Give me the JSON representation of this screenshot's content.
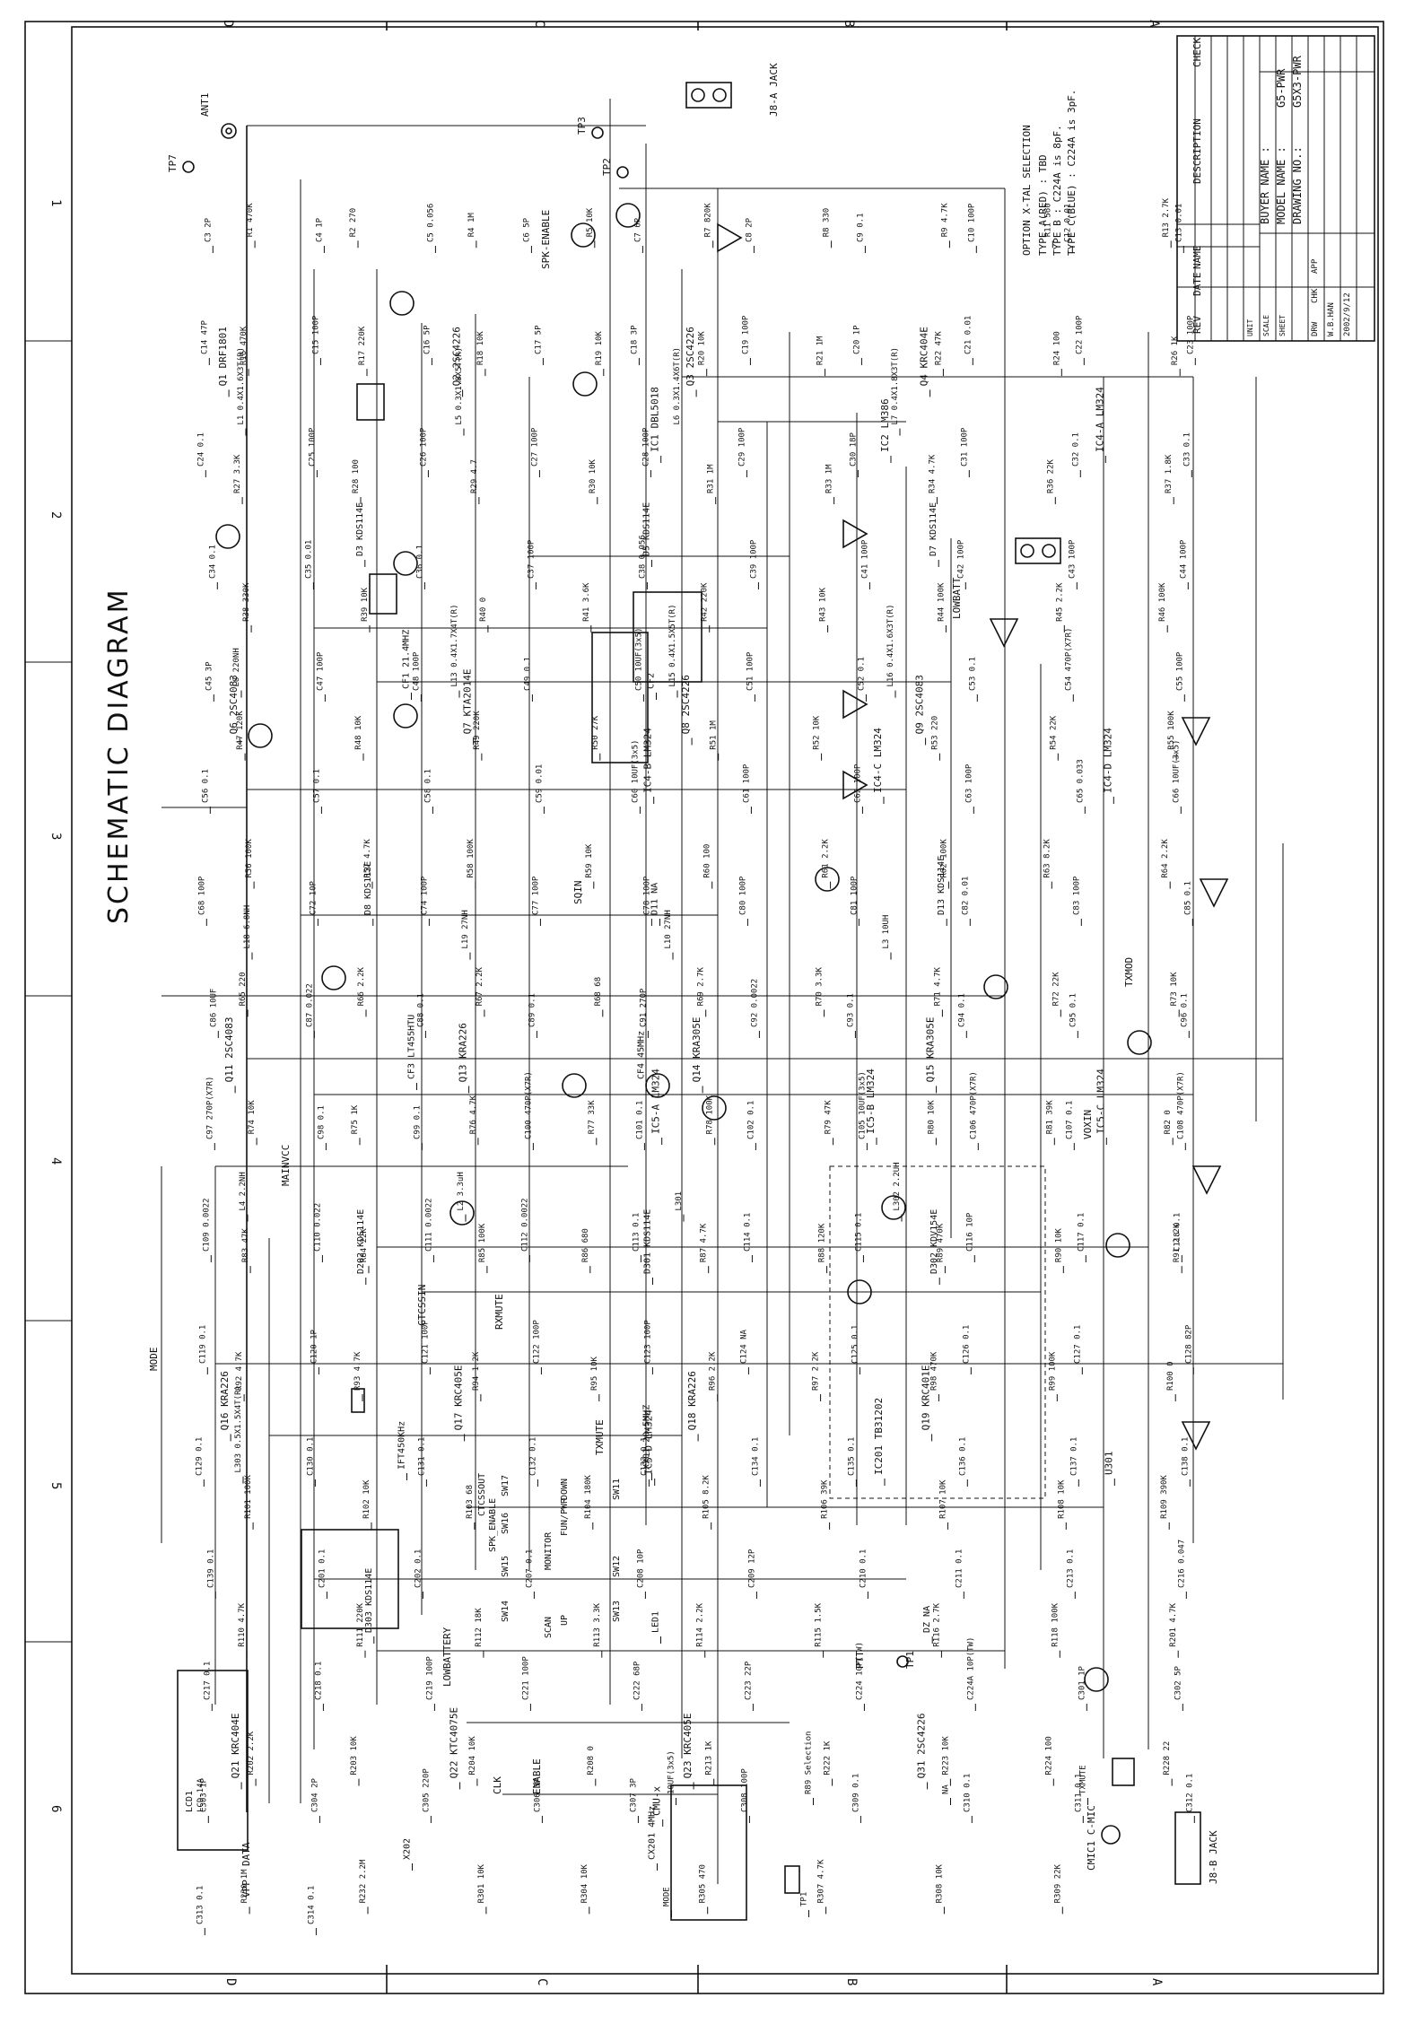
{
  "title": "SCHEMATIC  DIAGRAM",
  "grid": {
    "top_letters": [
      "D",
      "C",
      "B",
      "A"
    ],
    "bottom_letters": [
      "D",
      "C",
      "B",
      "A"
    ],
    "side_numbers": [
      "1",
      "2",
      "3",
      "4",
      "5",
      "6"
    ]
  },
  "title_block": {
    "headers": [
      "REV",
      "DATE",
      "NAME",
      "DESCRIPTION",
      "CHECK"
    ],
    "buyer_label": "BUYER NAME :",
    "model_label": "MODEL NAME :",
    "model_value": "G5-PWR",
    "drawing_label": "DRAWING NO.:",
    "drawing_value": "G5X3-PWR",
    "drw_label": "DRW",
    "drw_name": "W.B.HAN",
    "chk_label": "CHK",
    "app_label": "APP",
    "date_value": "2002/9/12",
    "unit_label": "UNIT",
    "scale_label": "SCALE",
    "sheet_label": "SHEET"
  },
  "xtal_notes": {
    "heading": "OPTION X-TAL SELECTION",
    "lines": [
      "TYPE A(RED)  : TBD",
      "TYPE B       : C224A is 8pF.",
      "TYPE C(BLUE) : C224A is 3pF."
    ]
  },
  "connectors": {
    "ant": "ANT1",
    "jack_a": "J8-A JACK",
    "jack_b": "J8-B JACK",
    "mic": "CMIC1 C-MIC",
    "lcd": "LCD1",
    "lcd_part": "LCD-14A"
  },
  "nets": [
    "TP7",
    "TP3",
    "TP2",
    "TP1",
    "SPK-ENABLE",
    "MAINVCC",
    "MODE",
    "DATA",
    "VPP",
    "CLK",
    "ENABLE",
    "VOXIN",
    "LOWBATTERY",
    "LOWBATT",
    "TXMOD",
    "TXMUTE",
    "RXMUTE",
    "SQIN",
    "CTCSSIN",
    "PTT",
    "SW11",
    "SW12",
    "SW13",
    "SW14",
    "SW15",
    "SW16",
    "SW17",
    "DOWN",
    "UP",
    "MONITOR",
    "SCAN",
    "FUN/PWR",
    "CTCSSOUT",
    "SPK_ENABLE"
  ],
  "transistors": [
    "Q1 DRF1801",
    "Q2 2SC4226",
    "Q3 2SC4226",
    "Q4 KRC404E",
    "Q6 2SC4083",
    "Q7 KTA2014E",
    "Q8 2SC4226",
    "Q9 2SC4083",
    "Q11 2SC4083",
    "Q13 KRA226",
    "Q14 KRA305E",
    "Q15 KRA305E",
    "Q16 KRA226",
    "Q17 KRC405E",
    "Q18 KRA226",
    "Q19 KRC401E",
    "Q21 KRC404E",
    "Q22 KTC4075E",
    "Q23 KRC405E",
    "Q31 2SC4226"
  ],
  "ics": [
    "IC1 DBL5018",
    "IC2 LM386",
    "IC4-A LM324",
    "IC4-B LM324",
    "IC4-C LM324",
    "IC4-D LM324",
    "IC5-A LM324",
    "IC5-B LM324",
    "IC5-C LM324",
    "IC5-D LM324",
    "IC201 TB31202",
    "U301",
    "CMU-x"
  ],
  "filters": [
    "CF1 21.4MHZ",
    "CF2",
    "CF3 LT455HTU",
    "CF4 45MHz",
    "IFT450KHz",
    "X201 20.5MHZ",
    "X202",
    "CX201 4MHz"
  ],
  "inductors": [
    "L1 0.4X1.6X3T(R)",
    "L5 0.3X1.8X5T(R)",
    "L6 0.3X1.4X6T(R)",
    "L7 0.4X1.8X3T(R)",
    "L8 220NH",
    "L13 0.4X1.7X4T(R)",
    "L15 0.4X1.5X5T(R)",
    "L16 0.4X1.6X3T(R)",
    "L18 6.8NH",
    "L19 27NH",
    "L10 27NH",
    "L3 10UH",
    "L4 2.2NH",
    "L2 3.3uH",
    "L301",
    "L302 2.2UH",
    "L303 0.5X1.5X4T(R)"
  ],
  "diodes": [
    "D3 KDS114E",
    "D5 KDS114E",
    "D7 KDS114E",
    "D8 KDS113E",
    "D11 NA",
    "D13 KDS114E",
    "D202 KDS114E",
    "D301 KDS114E",
    "D302 KDV154E",
    "D303 KDS114E",
    "LED1",
    "DZ NA"
  ],
  "resistors": [
    "R1 470K",
    "R2 270",
    "R4 1M",
    "R5 10K",
    "R7 820K",
    "R8 330",
    "R9 4.7K",
    "R11 560",
    "R13 2.7K",
    "R16 470K",
    "R17 220K",
    "R18 10K",
    "R19 10K",
    "R20 10K",
    "R21 1M",
    "R22 47K",
    "R24 100",
    "R26 1K",
    "R27 3.3K",
    "R28 100",
    "R29 4.7",
    "R30 10K",
    "R31 1M",
    "R33 1M",
    "R34 4.7K",
    "R36 22K",
    "R37 1.8K",
    "R38 330K",
    "R39 10K",
    "R40 0",
    "R41 3.6K",
    "R42 220K",
    "R43 10K",
    "R44 100K",
    "R45 2.2K",
    "R46 100K",
    "R47 120K",
    "R48 10K",
    "R49 220K",
    "R50 27K",
    "R51 1M",
    "R52 10K",
    "R53 220",
    "R54 22K",
    "R55 100K",
    "R56 100K",
    "R57 4.7K",
    "R58 100K",
    "R59 10K",
    "R60 100",
    "R61 2.2K",
    "R62 100K",
    "R63 8.2K",
    "R64 2.2K",
    "R65 220",
    "R66 2.2K",
    "R67 2.2K",
    "R68 68",
    "R69 2.7K",
    "R70 3.3K",
    "R71 4.7K",
    "R72 22K",
    "R73 10K",
    "R74 10K",
    "R75 1K",
    "R76 4.7K",
    "R77 33K",
    "R78 100K",
    "R79 47K",
    "R80 10K",
    "R81 39K",
    "R82 0",
    "R83 47K",
    "R84 22K",
    "R85 100K",
    "R86 680",
    "R87 4.7K",
    "R88 120K",
    "R89 470K",
    "R90 10K",
    "R91 2.2K",
    "R92 4.7K",
    "R93 4.7K",
    "R94 1.2K",
    "R95 10K",
    "R96 2.2K",
    "R97 2.2K",
    "R98 470K",
    "R99 100K",
    "R100 0",
    "R101 100K",
    "R102 10K",
    "R103 68",
    "R104 180K",
    "R105 8.2K",
    "R106 39K",
    "R107 10K",
    "R108 10K",
    "R109 390K",
    "R110 4.7K",
    "R111 220K",
    "R112 18K",
    "R113 3.3K",
    "R114 2.2K",
    "R115 1.5K",
    "R116 2.7K",
    "R118 100K",
    "R201 4.7K",
    "R202 2.2K",
    "R203 10K",
    "R204 10K",
    "R208 0",
    "R213 1K",
    "R222 1K",
    "R223 10K",
    "R224 100",
    "R228 22",
    "R230 1M",
    "R232 2.2M",
    "R301 10K",
    "R304 10K",
    "R305 470",
    "R307 4.7K",
    "R308 10K",
    "R309 22K"
  ],
  "capacitors": [
    "C3 2P",
    "C4 1P",
    "C5 0.056",
    "C6 5P",
    "C7 6P",
    "C8 2P",
    "C9 0.1",
    "C10 100P",
    "C12 0.01",
    "C13 0.01",
    "C14 47P",
    "C15 100P",
    "C16 5P",
    "C17 5P",
    "C18 3P",
    "C19 100P",
    "C20 1P",
    "C21 0.01",
    "C22 100P",
    "C23 100P",
    "C24 0.1",
    "C25 100P",
    "C26 100P",
    "C27 100P",
    "C28 100P",
    "C29 100P",
    "C30 18P",
    "C31 100P",
    "C32 0.1",
    "C33 0.1",
    "C34 0.1",
    "C35 0.01",
    "C36 0.1",
    "C37 100P",
    "C38 0.056",
    "C39 100P",
    "C41 100P",
    "C42 100P",
    "C43 100P",
    "C44 100P",
    "C45 3P",
    "C47 100P",
    "C48 100P",
    "C49 0.1",
    "C50 10UF(3x5)",
    "C51 100P",
    "C52 0.1",
    "C53 0.1",
    "C54 470P(X7R)",
    "C55 100P",
    "C56 0.1",
    "C57 0.1",
    "C58 0.1",
    "C59 0.01",
    "C60 10UF(3x5)",
    "C61 100P",
    "C62 100P",
    "C63 100P",
    "C65 0.033",
    "C66 10UF(3x5)",
    "C68 100P",
    "C72 10P",
    "C74 100P",
    "C77 100P",
    "C78 100P",
    "C80 100P",
    "C81 100P",
    "C82 0.01",
    "C83 100P",
    "C85 0.1",
    "C86 10UF",
    "C87 0.022",
    "C88 0.1",
    "C89 0.1",
    "C91 270P",
    "C92 0.0022",
    "C93 0.1",
    "C94 0.1",
    "C95 0.1",
    "C96 0.1",
    "C97 270P(X7R)",
    "C98 0.1",
    "C99 0.1",
    "C100 470P(X7R)",
    "C101 0.1",
    "C102 0.1",
    "C105 10UF(3x5)",
    "C106 470P(X7R)",
    "C107 0.1",
    "C108 470P(X7R)",
    "C109 0.0022",
    "C110 0.022",
    "C111 0.0022",
    "C112 0.0022",
    "C113 0.1",
    "C114 0.1",
    "C115 0.1",
    "C116 10P",
    "C117 0.1",
    "C118 0.1",
    "C119 0.1",
    "C120 1P",
    "C121 100P",
    "C122 100P",
    "C123 100P",
    "C124 NA",
    "C125 0.1",
    "C126 0.1",
    "C127 0.1",
    "C128 82P",
    "C129 0.1",
    "C130 0.1",
    "C131 0.1",
    "C132 0.1",
    "C133 0.1",
    "C134 0.1",
    "C135 0.1",
    "C136 0.1",
    "C137 0.1",
    "C138 0.1",
    "C139 0.1",
    "C201 0.1",
    "C202 0.1",
    "C207 0.1",
    "C208 10P",
    "C209 12P",
    "C210 0.1",
    "C211 0.1",
    "C213 0.1",
    "C216 0.047",
    "C217 0.1",
    "C218 0.1",
    "C219 100P",
    "C221 100P",
    "C222 68P",
    "C223 22P",
    "C224 10P(TW)",
    "C224A 10P(TW)",
    "C301 1P",
    "C302 5P",
    "C303 1P",
    "C304 2P",
    "C305 220P",
    "C306 3P",
    "C307 3P",
    "C308 100P",
    "C309 0.1",
    "C310 0.1",
    "C311 0.1",
    "C312 0.1",
    "C313 0.1",
    "C314 0.1"
  ],
  "misc_labels": [
    "10UF(3x5)",
    "R89 Selection",
    "NA",
    "TXMUTE",
    "MODE",
    "TP1"
  ],
  "colors": {
    "ink": "#111111",
    "paper": "#ffffff"
  }
}
